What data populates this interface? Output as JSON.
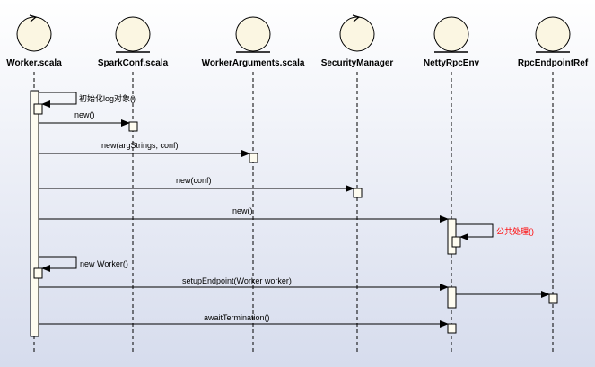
{
  "colors": {
    "background_top": "#ffffff",
    "background_bottom": "#d6dced",
    "node_fill": "#fbf6e2",
    "activation_fill": "#fefcf0",
    "line": "#000000",
    "highlight_text": "#ff0000"
  },
  "lifelines": [
    {
      "label": "Worker.scala",
      "type": "control"
    },
    {
      "label": "SparkConf.scala",
      "type": "entity"
    },
    {
      "label": "WorkerArguments.scala",
      "type": "entity"
    },
    {
      "label": "SecurityManager",
      "type": "control"
    },
    {
      "label": "NettyRpcEnv",
      "type": "entity"
    },
    {
      "label": "RpcEndpointRef",
      "type": "entity"
    }
  ],
  "messages": [
    {
      "label": "初始化log对象()"
    },
    {
      "label": "new()"
    },
    {
      "label": "new(argStrings, conf)"
    },
    {
      "label": "new(conf)"
    },
    {
      "label": "new()"
    },
    {
      "label": "公共处理()"
    },
    {
      "label": "new Worker()"
    },
    {
      "label": "setupEndpoint(Worker worker)"
    },
    {
      "label": "awaitTermination()"
    }
  ]
}
